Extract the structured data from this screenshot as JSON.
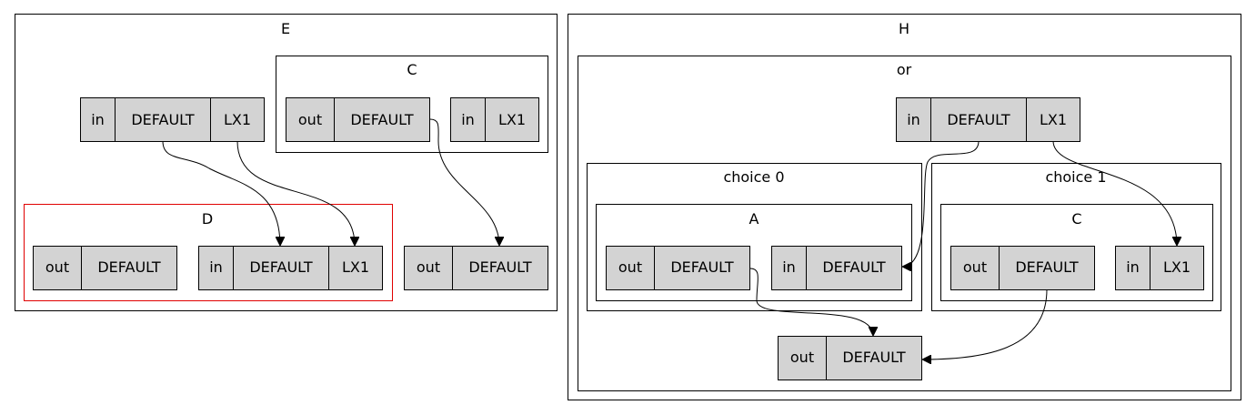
{
  "colors": {
    "node_fill": "#d3d3d3",
    "highlight_border": "#e00000",
    "stroke": "#000000"
  },
  "E": {
    "title": "E",
    "top_port": {
      "in": "in",
      "default": "DEFAULT",
      "lx1": "LX1"
    },
    "C": {
      "title": "C",
      "out": "out",
      "out_default": "DEFAULT",
      "in": "in",
      "in_lx1": "LX1"
    },
    "D": {
      "title": "D",
      "out": "out",
      "out_default": "DEFAULT",
      "in": "in",
      "in_default": "DEFAULT",
      "in_lx1": "LX1"
    },
    "out_node": {
      "out": "out",
      "default": "DEFAULT"
    }
  },
  "H": {
    "title": "H",
    "or": {
      "title": "or",
      "top_port": {
        "in": "in",
        "default": "DEFAULT",
        "lx1": "LX1"
      },
      "choice0": {
        "title": "choice 0",
        "A": {
          "title": "A",
          "out": "out",
          "out_default": "DEFAULT",
          "in": "in",
          "in_default": "DEFAULT"
        }
      },
      "choice1": {
        "title": "choice 1",
        "C": {
          "title": "C",
          "out": "out",
          "out_default": "DEFAULT",
          "in": "in",
          "in_lx1": "LX1"
        }
      },
      "out_node": {
        "out": "out",
        "default": "DEFAULT"
      }
    }
  }
}
